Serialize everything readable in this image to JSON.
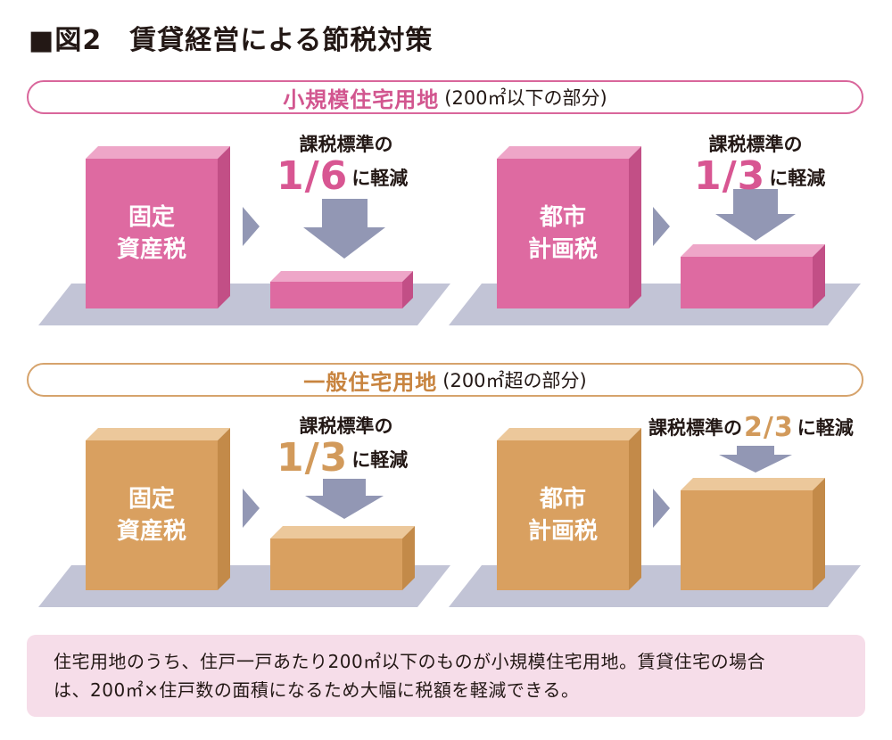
{
  "title": "■図2　賃貸経営による節税対策",
  "sections": [
    {
      "banner_main": "小規模住宅用地",
      "banner_sub": "(200㎡以下の部分)",
      "panels": [
        {
          "tax_line1": "固定",
          "tax_line2": "資産税",
          "kijun": "課税標準の",
          "fraction": "1/6",
          "suffix": "に軽減",
          "reduced_level": 0.167
        },
        {
          "tax_line1": "都市",
          "tax_line2": "計画税",
          "kijun": "課税標準の",
          "fraction": "1/3",
          "suffix": "に軽減",
          "reduced_level": 0.333
        }
      ]
    },
    {
      "banner_main": "一般住宅用地",
      "banner_sub": "(200㎡超の部分)",
      "panels": [
        {
          "tax_line1": "固定",
          "tax_line2": "資産税",
          "kijun": "課税標準の",
          "fraction": "1/3",
          "suffix": "に軽減",
          "reduced_level": 0.333
        },
        {
          "tax_line1": "都市",
          "tax_line2": "計画税",
          "kijun": "課税標準の",
          "fraction": "2/3",
          "suffix": "に軽減",
          "reduced_level": 0.667
        }
      ]
    }
  ],
  "note_line1": "住宅用地のうち、住戸一戸あたり200㎡以下のものが小規模住宅用地。賃貸住宅の場合",
  "note_line2": "は、200㎡×住戸数の面積になるため大幅に税額を軽減できる。",
  "colors": {
    "pink_front": "#de6aa1",
    "pink_top": "#eea6c8",
    "pink_side": "#c24f86",
    "orange_front": "#d9a060",
    "orange_top": "#ecc89b",
    "orange_side": "#c38a49",
    "floor": "#c2c4d6",
    "arrow": "#9297b4"
  }
}
